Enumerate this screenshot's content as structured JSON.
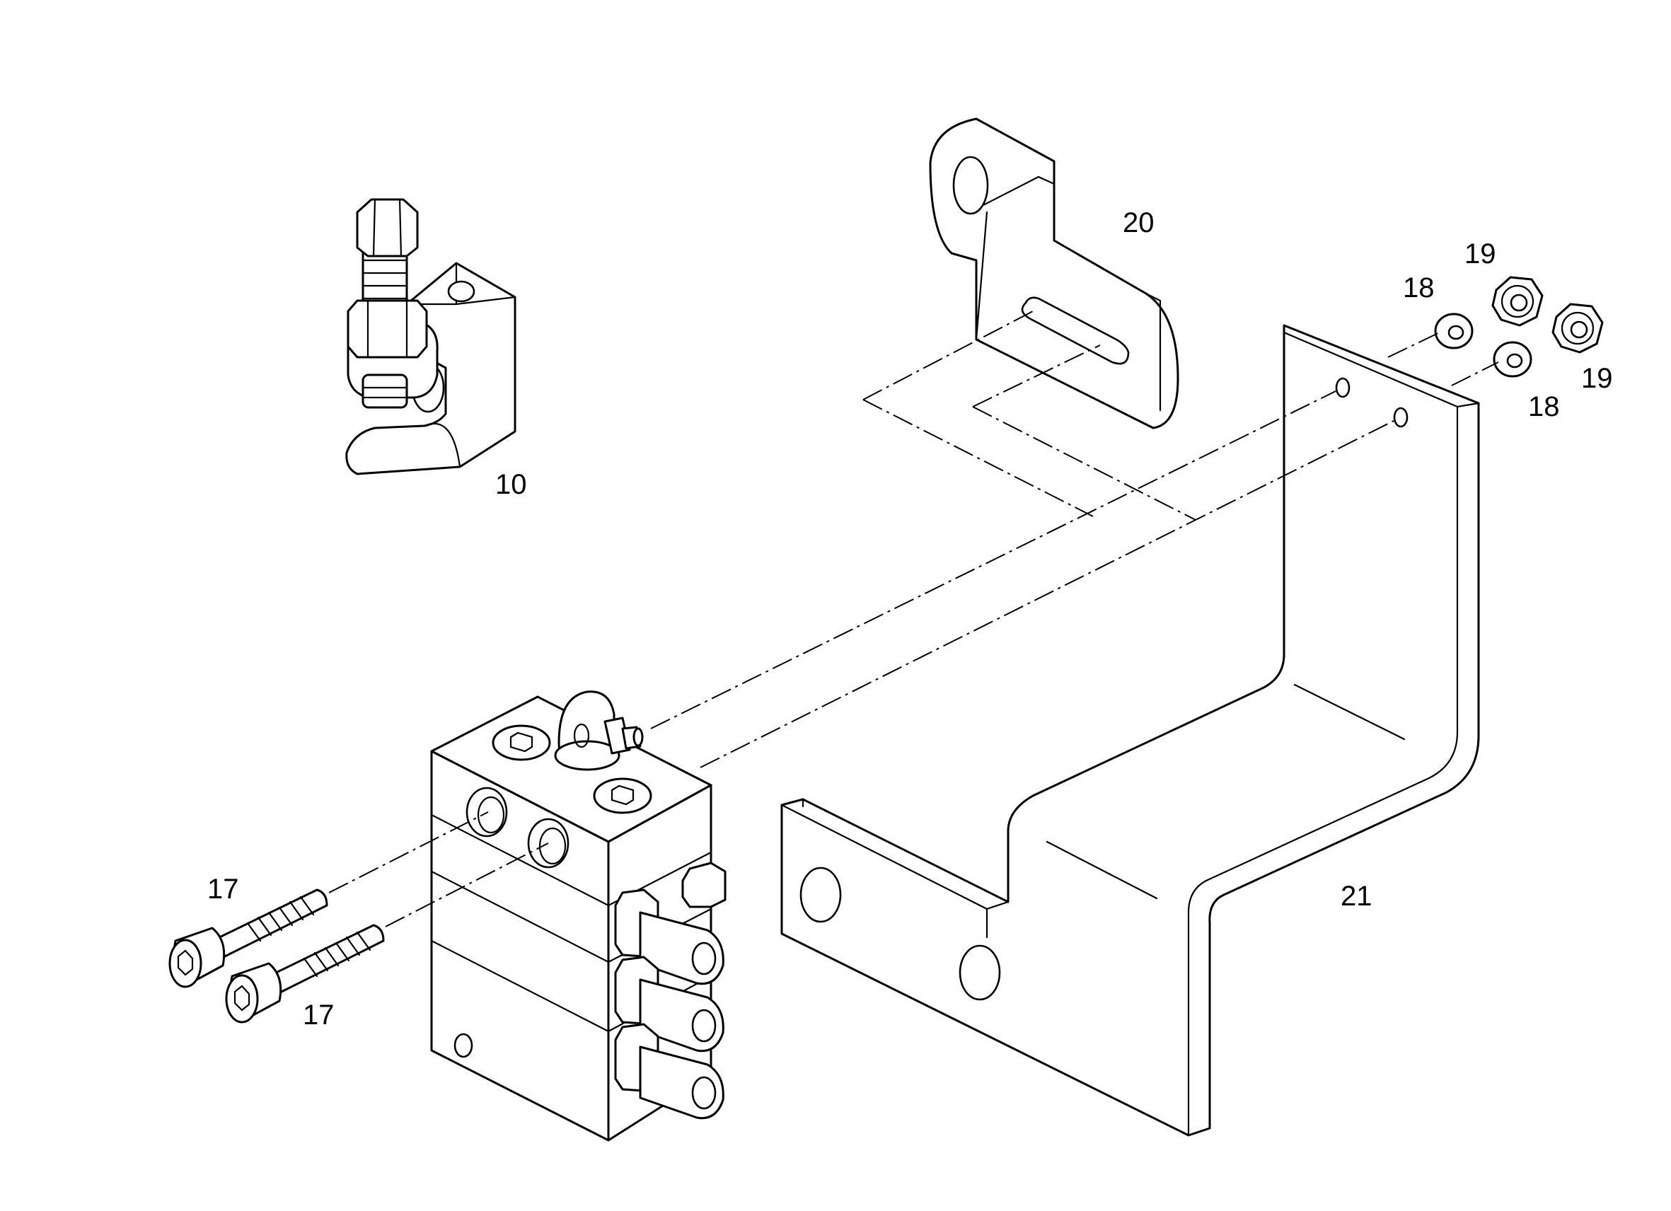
{
  "diagram": {
    "stroke_color": "#000000",
    "background_color": "#ffffff",
    "callouts": {
      "c10": "10",
      "c17a": "17",
      "c17b": "17",
      "c18a": "18",
      "c18b": "18",
      "c19a": "19",
      "c19b": "19",
      "c20": "20",
      "c21": "21"
    }
  }
}
